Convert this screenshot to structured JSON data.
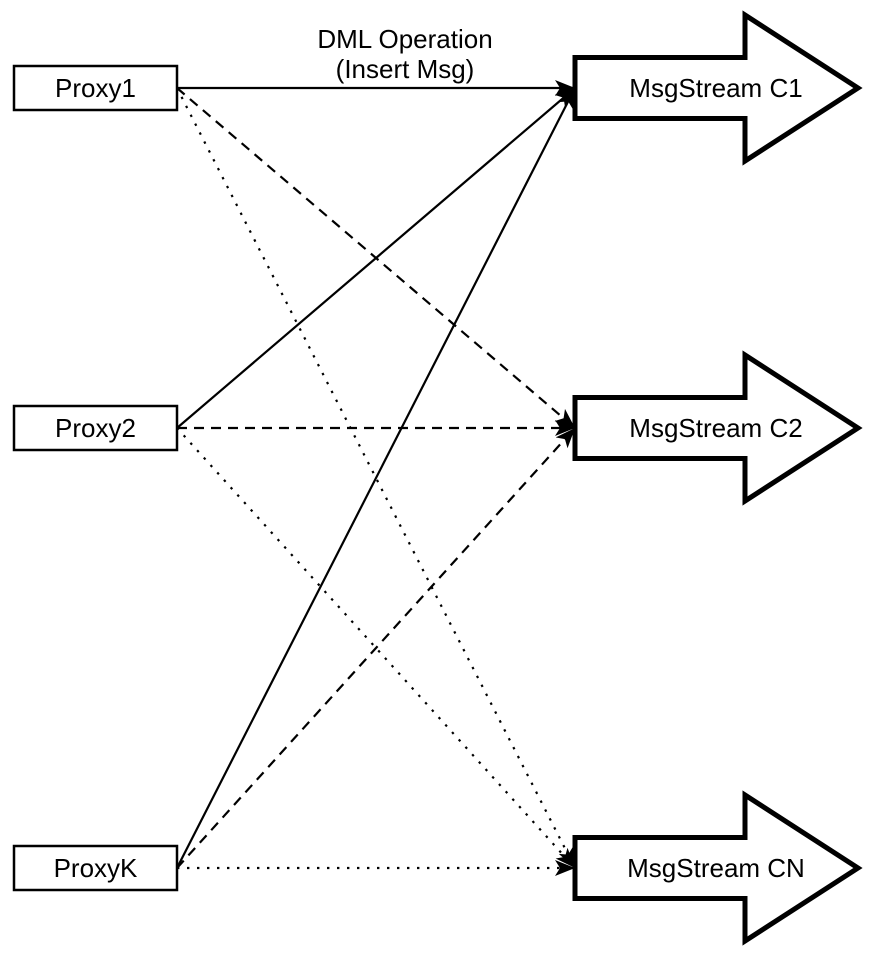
{
  "diagram": {
    "title_label": {
      "line1": "DML Operation",
      "line2": "(Insert Msg)"
    },
    "proxies": [
      {
        "id": "proxy1",
        "label": "Proxy1"
      },
      {
        "id": "proxy2",
        "label": "Proxy2"
      },
      {
        "id": "proxyk",
        "label": "ProxyK"
      }
    ],
    "streams": [
      {
        "id": "c1",
        "label": "MsgStream C1"
      },
      {
        "id": "c2",
        "label": "MsgStream C2"
      },
      {
        "id": "cn",
        "label": "MsgStream CN"
      }
    ],
    "connections": [
      {
        "from": "proxy1",
        "to": "c1",
        "style": "solid"
      },
      {
        "from": "proxy2",
        "to": "c1",
        "style": "solid"
      },
      {
        "from": "proxyk",
        "to": "c1",
        "style": "solid"
      },
      {
        "from": "proxy1",
        "to": "c2",
        "style": "dashed"
      },
      {
        "from": "proxy2",
        "to": "c2",
        "style": "dashed"
      },
      {
        "from": "proxyk",
        "to": "c2",
        "style": "dashed"
      },
      {
        "from": "proxy1",
        "to": "cn",
        "style": "dotted"
      },
      {
        "from": "proxy2",
        "to": "cn",
        "style": "dotted"
      },
      {
        "from": "proxyk",
        "to": "cn",
        "style": "dotted"
      }
    ],
    "colors": {
      "stroke": "#000000",
      "node_fill": "#ffffff",
      "background": "#ffffff"
    }
  }
}
